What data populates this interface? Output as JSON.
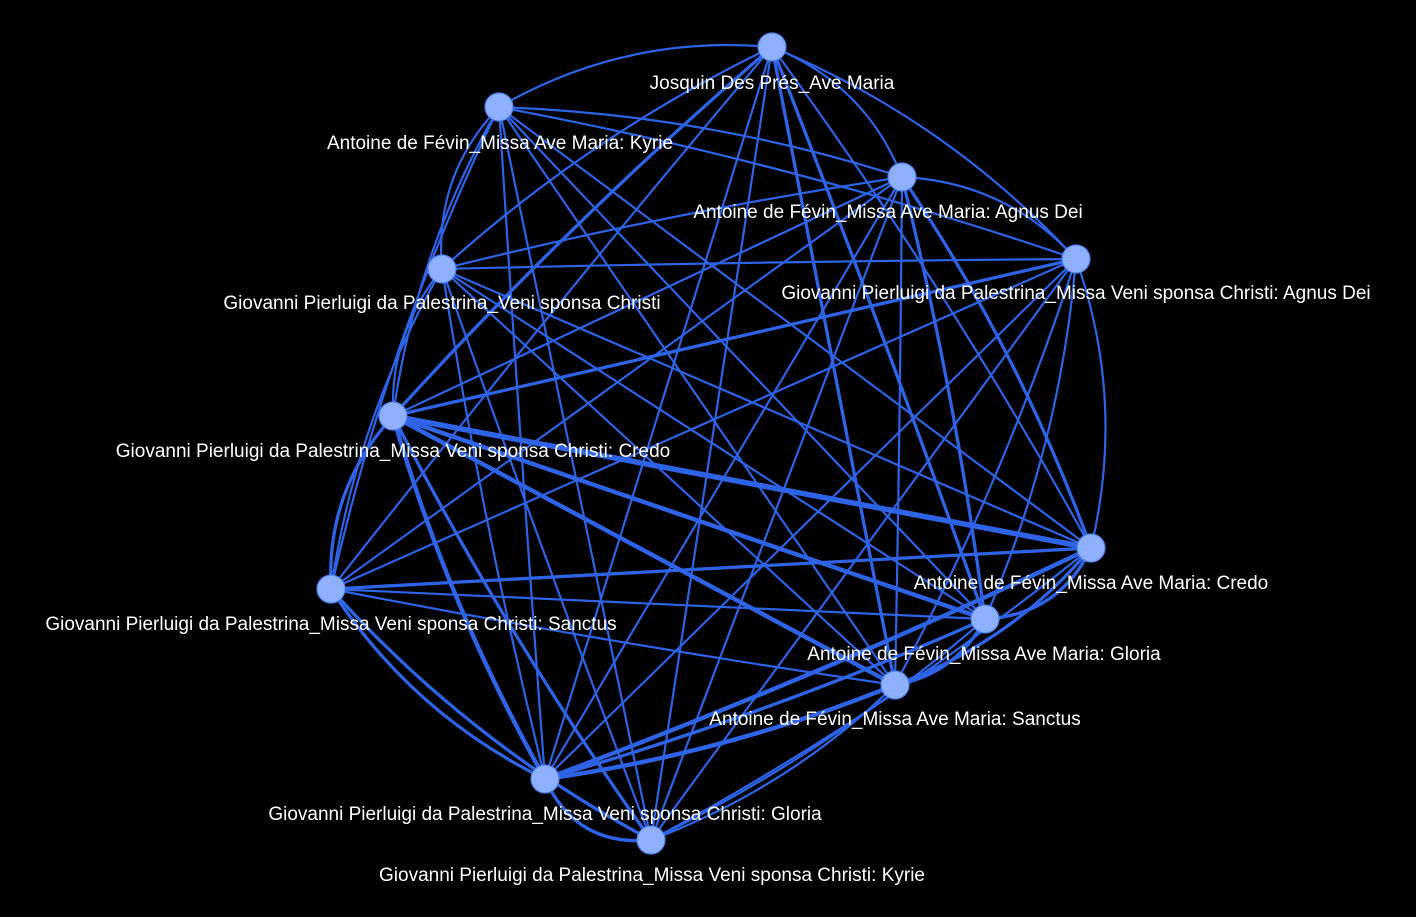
{
  "colors": {
    "background": "#000000",
    "edge": "#2f63e6",
    "node_fill": "#8fb0ff",
    "node_stroke": "#4f7ff0",
    "label": "#ffffff"
  },
  "nodes": [
    {
      "id": "josquin_ave",
      "label": "Josquin Des Prés_Ave Maria"
    },
    {
      "id": "fevin_kyrie",
      "label": "Antoine de Févin_Missa Ave Maria: Kyrie"
    },
    {
      "id": "fevin_agnus",
      "label": "Antoine de Févin_Missa Ave Maria: Agnus Dei"
    },
    {
      "id": "pal_veni",
      "label": "Giovanni Pierluigi da Palestrina_Veni sponsa Christi"
    },
    {
      "id": "pal_agnus",
      "label": "Giovanni Pierluigi da Palestrina_Missa Veni sponsa Christi: Agnus Dei"
    },
    {
      "id": "pal_credo",
      "label": "Giovanni Pierluigi da Palestrina_Missa Veni sponsa Christi: Credo"
    },
    {
      "id": "fevin_credo",
      "label": "Antoine de Févin_Missa Ave Maria: Credo"
    },
    {
      "id": "pal_sanctus",
      "label": "Giovanni Pierluigi da Palestrina_Missa Veni sponsa Christi: Sanctus"
    },
    {
      "id": "fevin_gloria",
      "label": "Antoine de Févin_Missa Ave Maria: Gloria"
    },
    {
      "id": "fevin_sanctus",
      "label": "Antoine de Févin_Missa Ave Maria: Sanctus"
    },
    {
      "id": "pal_gloria",
      "label": "Giovanni Pierluigi da Palestrina_Missa Veni sponsa Christi: Gloria"
    },
    {
      "id": "pal_kyrie",
      "label": "Giovanni Pierluigi da Palestrina_Missa Veni sponsa Christi: Kyrie"
    }
  ],
  "edges": [
    {
      "source": "josquin_ave",
      "target": "fevin_kyrie",
      "weight": 2
    },
    {
      "source": "josquin_ave",
      "target": "fevin_agnus",
      "weight": 2
    },
    {
      "source": "josquin_ave",
      "target": "pal_veni",
      "weight": 2
    },
    {
      "source": "josquin_ave",
      "target": "pal_agnus",
      "weight": 2
    },
    {
      "source": "josquin_ave",
      "target": "pal_credo",
      "weight": 3
    },
    {
      "source": "josquin_ave",
      "target": "fevin_credo",
      "weight": 2
    },
    {
      "source": "josquin_ave",
      "target": "pal_sanctus",
      "weight": 2
    },
    {
      "source": "josquin_ave",
      "target": "fevin_gloria",
      "weight": 3
    },
    {
      "source": "josquin_ave",
      "target": "fevin_sanctus",
      "weight": 3
    },
    {
      "source": "josquin_ave",
      "target": "pal_gloria",
      "weight": 2
    },
    {
      "source": "josquin_ave",
      "target": "pal_kyrie",
      "weight": 2
    },
    {
      "source": "fevin_kyrie",
      "target": "fevin_agnus",
      "weight": 2
    },
    {
      "source": "fevin_kyrie",
      "target": "pal_veni",
      "weight": 2
    },
    {
      "source": "fevin_kyrie",
      "target": "pal_agnus",
      "weight": 2
    },
    {
      "source": "fevin_kyrie",
      "target": "pal_credo",
      "weight": 2
    },
    {
      "source": "fevin_kyrie",
      "target": "fevin_credo",
      "weight": 2
    },
    {
      "source": "fevin_kyrie",
      "target": "pal_sanctus",
      "weight": 2
    },
    {
      "source": "fevin_kyrie",
      "target": "fevin_gloria",
      "weight": 2
    },
    {
      "source": "fevin_kyrie",
      "target": "fevin_sanctus",
      "weight": 2
    },
    {
      "source": "fevin_kyrie",
      "target": "pal_gloria",
      "weight": 2
    },
    {
      "source": "fevin_kyrie",
      "target": "pal_kyrie",
      "weight": 2
    },
    {
      "source": "fevin_agnus",
      "target": "pal_veni",
      "weight": 2
    },
    {
      "source": "fevin_agnus",
      "target": "pal_agnus",
      "weight": 2
    },
    {
      "source": "fevin_agnus",
      "target": "pal_credo",
      "weight": 2
    },
    {
      "source": "fevin_agnus",
      "target": "fevin_credo",
      "weight": 3
    },
    {
      "source": "fevin_agnus",
      "target": "pal_sanctus",
      "weight": 2
    },
    {
      "source": "fevin_agnus",
      "target": "fevin_gloria",
      "weight": 3
    },
    {
      "source": "fevin_agnus",
      "target": "fevin_sanctus",
      "weight": 2
    },
    {
      "source": "fevin_agnus",
      "target": "pal_gloria",
      "weight": 2
    },
    {
      "source": "fevin_agnus",
      "target": "pal_kyrie",
      "weight": 2
    },
    {
      "source": "pal_veni",
      "target": "pal_agnus",
      "weight": 2
    },
    {
      "source": "pal_veni",
      "target": "pal_credo",
      "weight": 2
    },
    {
      "source": "pal_veni",
      "target": "fevin_credo",
      "weight": 2
    },
    {
      "source": "pal_veni",
      "target": "pal_sanctus",
      "weight": 2
    },
    {
      "source": "pal_veni",
      "target": "fevin_gloria",
      "weight": 2
    },
    {
      "source": "pal_veni",
      "target": "fevin_sanctus",
      "weight": 2
    },
    {
      "source": "pal_veni",
      "target": "pal_gloria",
      "weight": 2
    },
    {
      "source": "pal_veni",
      "target": "pal_kyrie",
      "weight": 2
    },
    {
      "source": "pal_agnus",
      "target": "pal_credo",
      "weight": 3
    },
    {
      "source": "pal_agnus",
      "target": "fevin_credo",
      "weight": 2
    },
    {
      "source": "pal_agnus",
      "target": "pal_sanctus",
      "weight": 2
    },
    {
      "source": "pal_agnus",
      "target": "fevin_gloria",
      "weight": 2
    },
    {
      "source": "pal_agnus",
      "target": "fevin_sanctus",
      "weight": 2
    },
    {
      "source": "pal_agnus",
      "target": "pal_gloria",
      "weight": 2
    },
    {
      "source": "pal_agnus",
      "target": "pal_kyrie",
      "weight": 2
    },
    {
      "source": "pal_credo",
      "target": "fevin_credo",
      "weight": 5
    },
    {
      "source": "pal_credo",
      "target": "pal_sanctus",
      "weight": 3
    },
    {
      "source": "pal_credo",
      "target": "fevin_gloria",
      "weight": 4
    },
    {
      "source": "pal_credo",
      "target": "fevin_sanctus",
      "weight": 4
    },
    {
      "source": "pal_credo",
      "target": "pal_gloria",
      "weight": 4
    },
    {
      "source": "pal_credo",
      "target": "pal_kyrie",
      "weight": 3
    },
    {
      "source": "fevin_credo",
      "target": "pal_sanctus",
      "weight": 3
    },
    {
      "source": "fevin_credo",
      "target": "fevin_gloria",
      "weight": 3
    },
    {
      "source": "fevin_credo",
      "target": "fevin_sanctus",
      "weight": 3
    },
    {
      "source": "fevin_credo",
      "target": "pal_gloria",
      "weight": 4
    },
    {
      "source": "fevin_credo",
      "target": "pal_kyrie",
      "weight": 2
    },
    {
      "source": "pal_sanctus",
      "target": "fevin_gloria",
      "weight": 2
    },
    {
      "source": "pal_sanctus",
      "target": "fevin_sanctus",
      "weight": 2
    },
    {
      "source": "pal_sanctus",
      "target": "pal_gloria",
      "weight": 3
    },
    {
      "source": "pal_sanctus",
      "target": "pal_kyrie",
      "weight": 3
    },
    {
      "source": "fevin_gloria",
      "target": "fevin_sanctus",
      "weight": 3
    },
    {
      "source": "fevin_gloria",
      "target": "pal_gloria",
      "weight": 3
    },
    {
      "source": "fevin_gloria",
      "target": "pal_kyrie",
      "weight": 2
    },
    {
      "source": "fevin_sanctus",
      "target": "pal_gloria",
      "weight": 4
    },
    {
      "source": "fevin_sanctus",
      "target": "pal_kyrie",
      "weight": 2
    },
    {
      "source": "pal_gloria",
      "target": "pal_kyrie",
      "weight": 3
    }
  ]
}
